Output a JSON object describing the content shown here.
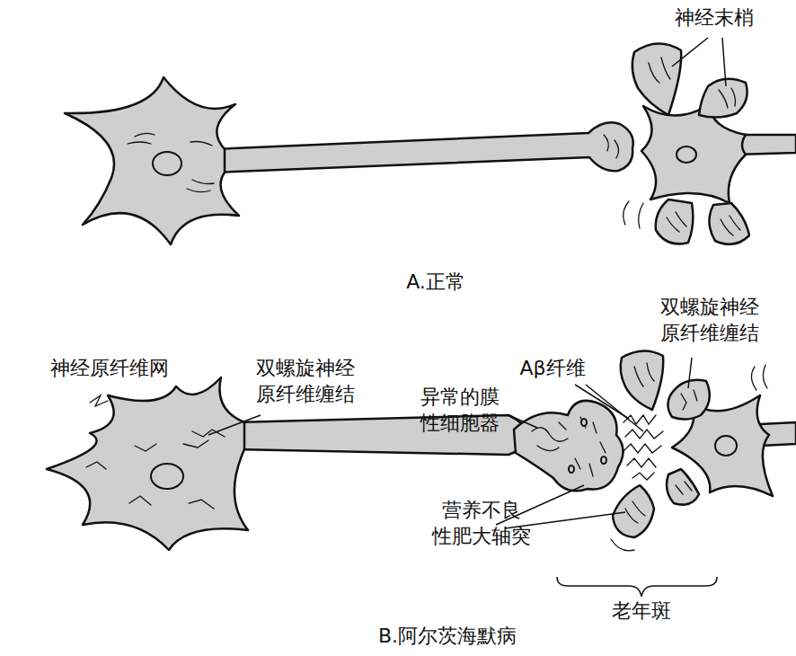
{
  "diagram": {
    "labels": [
      "神经末梢",
      "A.正常",
      "双螺旋神经 原纤维缠结",
      "Aβ纤维",
      "神经原纤维网",
      "双螺旋神经 原纤维缠结",
      "异常的膜 性细胞器",
      "营养不良 性肥大轴突",
      "老年斑",
      "B.阿尔茨海默病"
    ]
  }
}
